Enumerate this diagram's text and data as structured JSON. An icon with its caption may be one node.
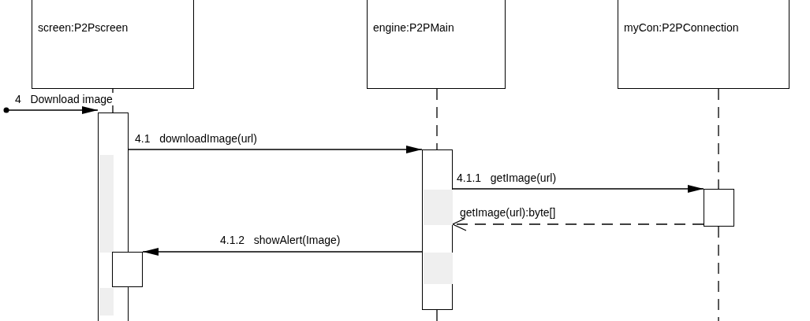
{
  "diagram": {
    "nodes": [
      {
        "text": [
          "screen:P2Pscreen"
        ]
      },
      {
        "text": [
          "engine:P2PMain"
        ]
      },
      {
        "text": [
          "myCon:P2PConnection"
        ]
      },
      {
        "text": [],
        "shape": "bar"
      },
      {
        "text": [],
        "shape": "bar"
      },
      {
        "text": [],
        "shape": "bar"
      },
      {
        "text": [],
        "shape": "bar"
      }
    ],
    "edges": [
      {
        "from": 0,
        "to": 3,
        "arrow": "none"
      },
      {
        "from": 1,
        "to": 4,
        "arrow": "none",
        "style": "dashed"
      },
      {
        "from": 2,
        "to": 5,
        "arrow": "none",
        "style": "dashed"
      },
      {
        "from": null,
        "to": 3,
        "arrow": "to",
        "label": "4   Download image"
      },
      {
        "from": 3,
        "to": 4,
        "arrow": "to",
        "label": "4.1   downloadImage(url)"
      },
      {
        "from": 4,
        "to": 5,
        "arrow": "to",
        "label": "4.1.1   getImage(url)"
      },
      {
        "from": 5,
        "to": 4,
        "arrow": "to",
        "style": "dashed",
        "label": "getImage(url):byte[]"
      },
      {
        "from": 4,
        "to": 6,
        "arrow": "to",
        "label": "4.1.2   showAlert(Image)"
      }
    ]
  }
}
